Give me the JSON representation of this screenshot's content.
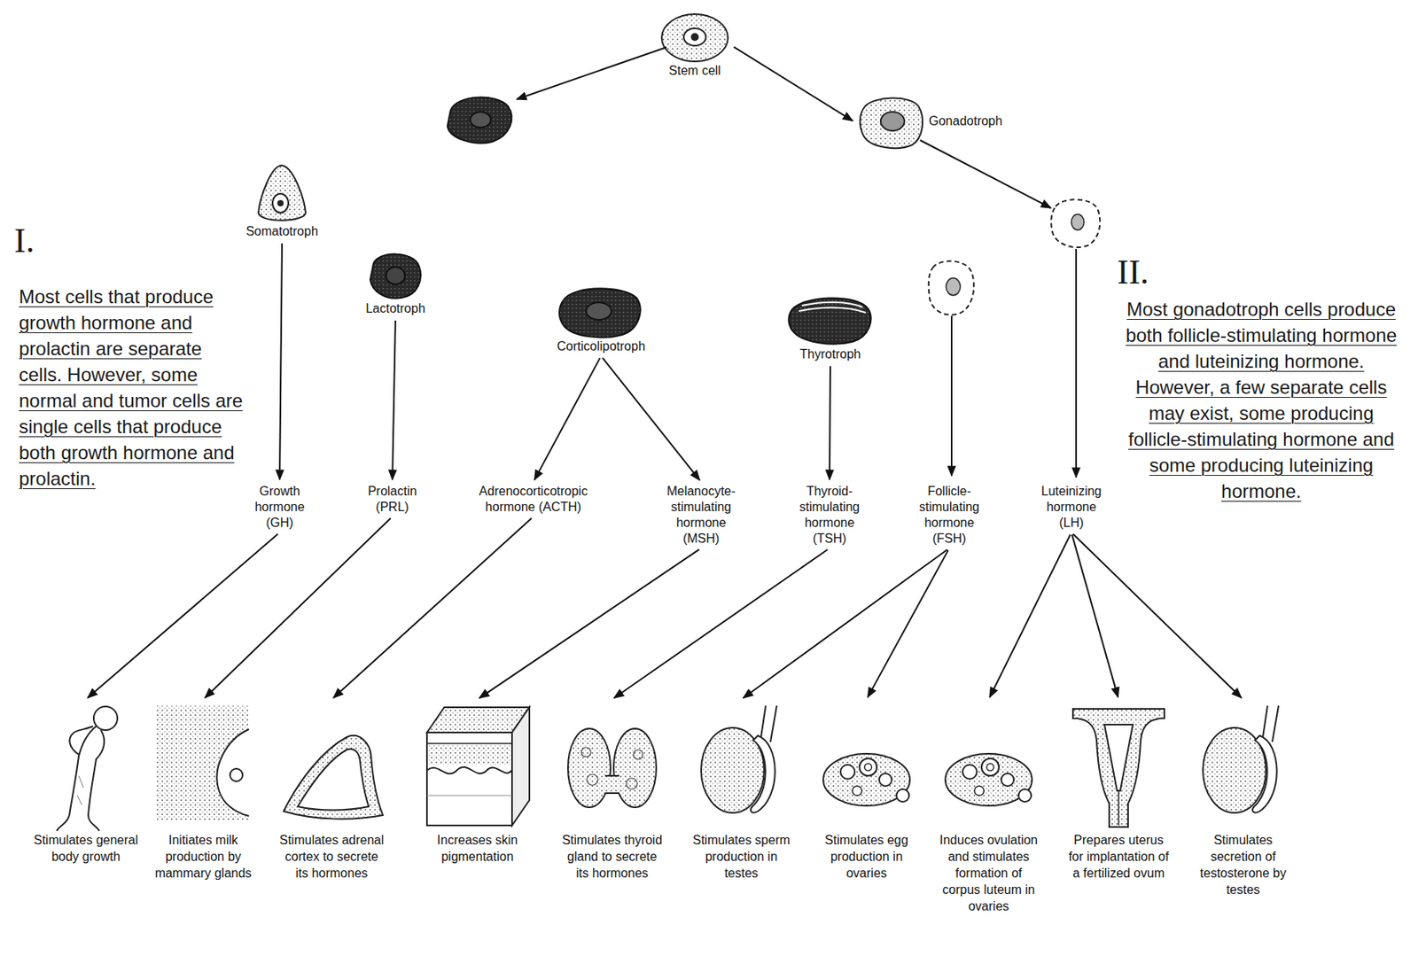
{
  "diagram": {
    "nodes": [
      {
        "text": [
          "Stem cell"
        ]
      },
      {
        "text": [
          "Gonadotroph"
        ]
      },
      {
        "text": [
          "Somatotroph"
        ]
      },
      {
        "text": [
          "Lactotroph"
        ]
      },
      {
        "text": [
          "Corticolipotroph"
        ]
      },
      {
        "text": [
          "Thyrotroph"
        ]
      },
      {
        "text": [
          "Growth hormone (GH)"
        ]
      },
      {
        "text": [
          "Prolactin (PRL)"
        ]
      },
      {
        "text": [
          "Adrenocorticotropic hormone (ACTH)"
        ]
      },
      {
        "text": [
          "Melanocyte-stimulating hormone (MSH)"
        ]
      },
      {
        "text": [
          "Thyroid-stimulating hormone (TSH)"
        ]
      },
      {
        "text": [
          "Follicle-stimulating hormone (FSH)"
        ]
      },
      {
        "text": [
          "Luteinizing hormone (LH)"
        ]
      },
      {
        "text": [
          "Stimulates general body growth"
        ]
      },
      {
        "text": [
          "Initiates milk production by mammary glands"
        ]
      },
      {
        "text": [
          "Stimulates adrenal cortex to secrete its hormones"
        ]
      },
      {
        "text": [
          "Increases skin pigmentation"
        ]
      },
      {
        "text": [
          "Stimulates thyroid gland to secrete its hormones"
        ]
      },
      {
        "text": [
          "Stimulates sperm production in testes"
        ]
      },
      {
        "text": [
          "Stimulates egg production in ovaries"
        ]
      },
      {
        "text": [
          "Induces ovulation and stimulates formation of corpus luteum in ovaries"
        ]
      },
      {
        "text": [
          "Prepares uterus for implantation of a fertilized ovum"
        ]
      },
      {
        "text": [
          "Stimulates secretion of testosterone by testes"
        ]
      }
    ],
    "edges": [
      {
        "from": 0,
        "to": 1,
        "arrow": "to"
      },
      {
        "from": 2,
        "to": 6,
        "arrow": "to"
      },
      {
        "from": 3,
        "to": 7,
        "arrow": "to"
      },
      {
        "from": 4,
        "to": 8,
        "arrow": "to"
      },
      {
        "from": 4,
        "to": 9,
        "arrow": "to"
      },
      {
        "from": 5,
        "to": 10,
        "arrow": "to"
      },
      {
        "from": 6,
        "to": 13,
        "arrow": "to"
      },
      {
        "from": 7,
        "to": 14,
        "arrow": "to"
      },
      {
        "from": 8,
        "to": 15,
        "arrow": "to"
      },
      {
        "from": 9,
        "to": 16,
        "arrow": "to"
      },
      {
        "from": 10,
        "to": 17,
        "arrow": "to"
      },
      {
        "from": 11,
        "to": 18,
        "arrow": "to"
      },
      {
        "from": 11,
        "to": 19,
        "arrow": "to"
      },
      {
        "from": 12,
        "to": 20,
        "arrow": "to"
      },
      {
        "from": 12,
        "to": 21,
        "arrow": "to"
      },
      {
        "from": 12,
        "to": 22,
        "arrow": "to"
      }
    ],
    "labels": [
      "I.",
      "Most cells that produce growth hormone and prolactin are separate cells. However, some normal and tumor cells are single cells that produce both growth hormone and prolactin.",
      "II.",
      "Most gonadotroph cells produce both follicle-stimulating hormone and luteinizing hormone. However, a few separate cells may exist, some producing follicle-stimulating hormone and some producing luteinizing hormone."
    ]
  }
}
